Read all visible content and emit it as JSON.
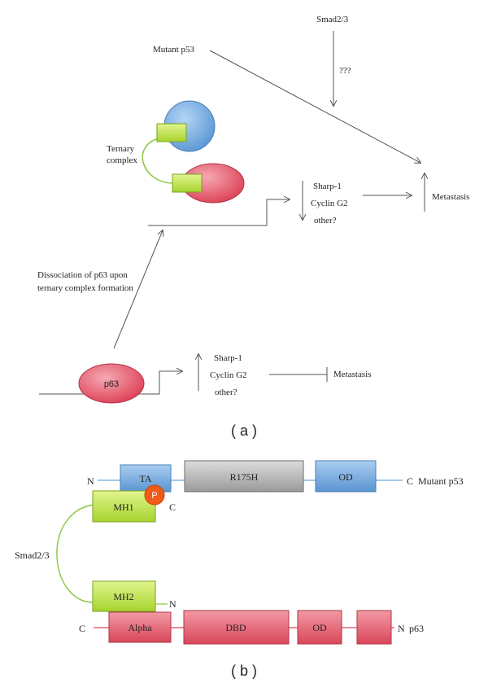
{
  "panel_a": {
    "label": "( a )",
    "mutant_p53": "Mutant p53",
    "smad23": "Smad2/3",
    "unknown": "???",
    "ternary_complex_line1": "Ternary",
    "ternary_complex_line2": "complex",
    "upper_targets": [
      "Sharp-1",
      "Cyclin G2",
      "other?"
    ],
    "upper_outcome": "Metastasis",
    "dissociation_line1": "Dissociation of p63 upon",
    "dissociation_line2": "ternary complex formation",
    "p63": "p63",
    "lower_targets": [
      "Sharp-1",
      "Cyclin G2",
      "other?"
    ],
    "lower_outcome": "Metastasis"
  },
  "panel_b": {
    "label": "( b )",
    "mutant_p53": {
      "n_terminus": "N",
      "c_terminus": "C",
      "name": "Mutant p53",
      "domains": [
        "TA",
        "R175H",
        "OD"
      ]
    },
    "smad": {
      "name": "Smad2/3",
      "mh1": "MH1",
      "mh2": "MH2",
      "phospho": "P",
      "mh1_end": "C",
      "mh2_end": "N"
    },
    "p63": {
      "c_terminus": "C",
      "n_terminus": "N",
      "name": "p63",
      "domains": [
        "Alpha",
        "DBD",
        "OD"
      ]
    }
  },
  "colors": {
    "blue_fill": "#6fa8dc",
    "blue_stroke": "#4a7fb5",
    "red_fill": "#e06070",
    "red_stroke": "#b03545",
    "green_fill": "#b5e03c",
    "green_stroke": "#7aa320",
    "grey_fill": "#a5a5a5",
    "phospho": "#f05a1a"
  }
}
